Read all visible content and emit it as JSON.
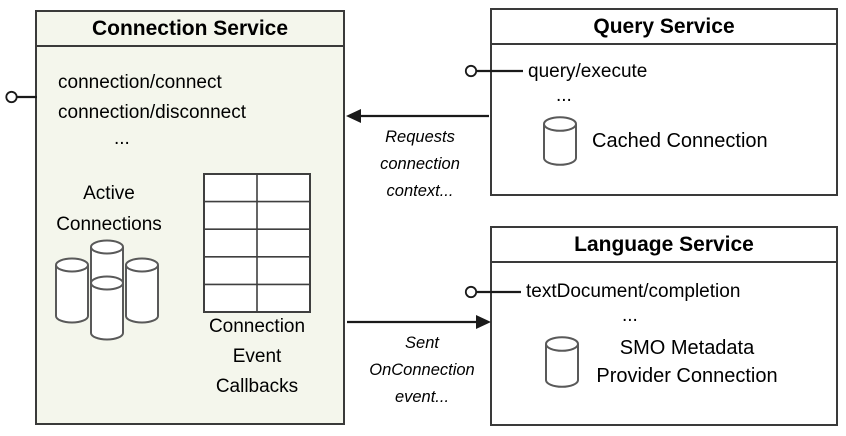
{
  "colors": {
    "canvas_bg": "#ffffff",
    "connection_service_bg": "#f4f6ec",
    "service_bg": "#ffffff",
    "border": "#3a3a3a",
    "arrow": "#1a1a1a",
    "icon_stroke": "#595959",
    "text": "#000000"
  },
  "connection_service": {
    "title": "Connection Service",
    "endpoints": {
      "connect": "connection/connect",
      "disconnect": "connection/disconnect",
      "ellipsis": "..."
    },
    "active_connections_label": "Active Connections",
    "callbacks_label": "Connection Event Callbacks"
  },
  "query_service": {
    "title": "Query Service",
    "endpoint": "query/execute",
    "ellipsis": "...",
    "connection_label": "Cached Connection"
  },
  "language_service": {
    "title": "Language Service",
    "endpoint": "textDocument/completion",
    "ellipsis": "...",
    "connection_label": "SMO Metadata Provider Connection"
  },
  "relations": {
    "requests_label": "Requests connection context...",
    "sent_label": "Sent OnConnection event..."
  }
}
